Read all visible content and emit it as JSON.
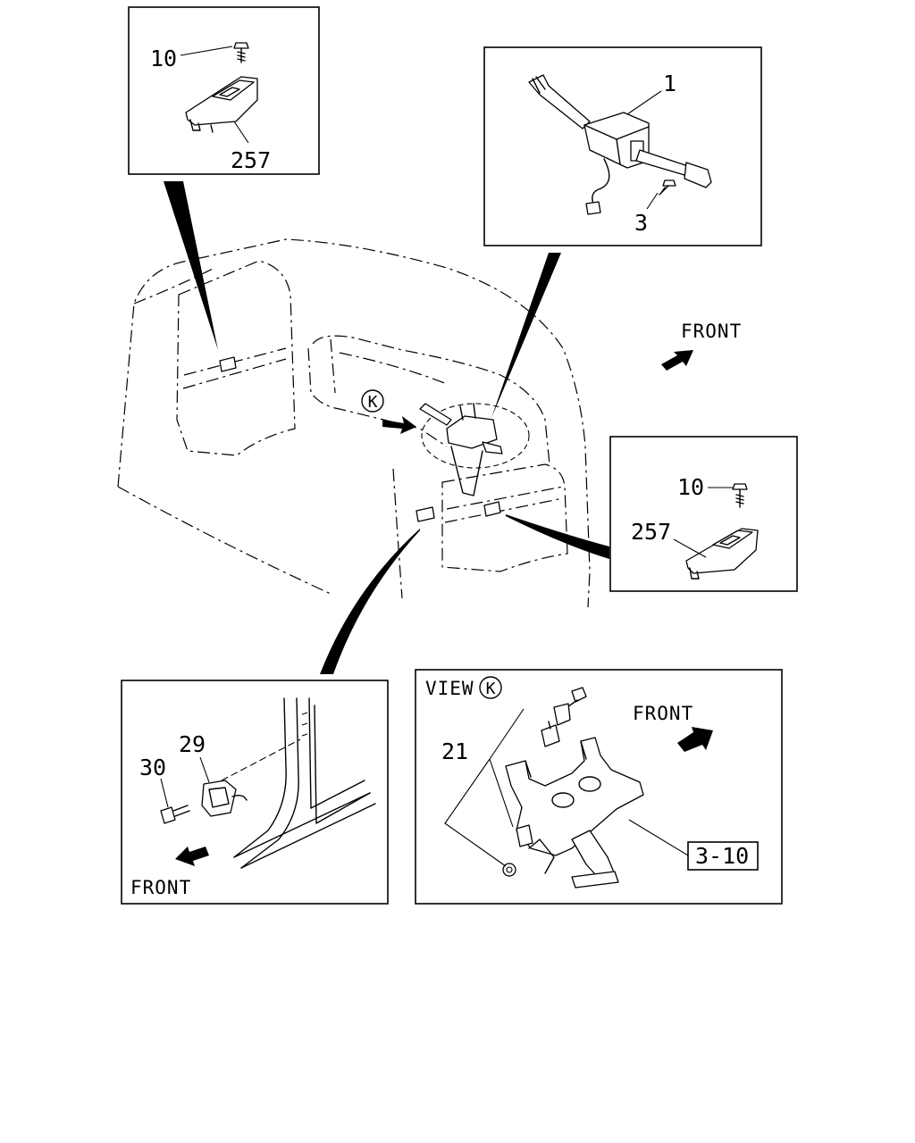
{
  "diagram": {
    "labels": {
      "inset_tl_screw": "10",
      "inset_tl_switch": "257",
      "inset_tr_combo_switch": "1",
      "inset_tr_screw": "3",
      "main_front": "FRONT",
      "main_view_marker": "K",
      "inset_r_screw": "10",
      "inset_r_switch": "257",
      "inset_bl_switch": "29",
      "inset_bl_bolt": "30",
      "inset_bl_front": "FRONT",
      "inset_br_view": "VIEW",
      "inset_br_view_marker": "K",
      "inset_br_front": "FRONT",
      "inset_br_bracket": "21",
      "inset_br_ref": "3-10"
    }
  }
}
